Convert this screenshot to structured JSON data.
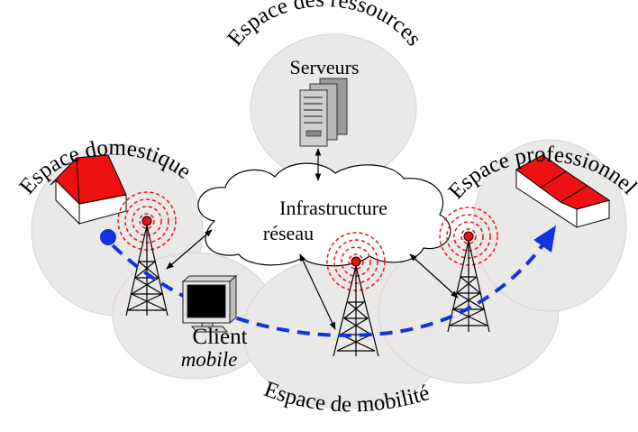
{
  "zones": {
    "resources": "Espace des ressources",
    "home": "Espace domestique",
    "professional": "Espace professionnel",
    "mobility": "Espace de mobilité"
  },
  "servers": {
    "label": "Serveurs",
    "icon": "server-rack-icon"
  },
  "network": {
    "line1": "Infrastructure",
    "line2": "réseau",
    "icon": "cloud-icon"
  },
  "client": {
    "line1": "Client",
    "line2": "mobile",
    "icon": "monitor-icon"
  },
  "icons": {
    "home": "house-icon",
    "professional": "factory-icon",
    "antenna": "antenna-tower-icon",
    "start": "start-point-icon",
    "path_arrow": "dashed-arrow-icon"
  },
  "colors": {
    "zone_fill": "#ebe8e8",
    "roof": "#ee1111",
    "path": "#1133dd",
    "signal": "#ee1111"
  }
}
